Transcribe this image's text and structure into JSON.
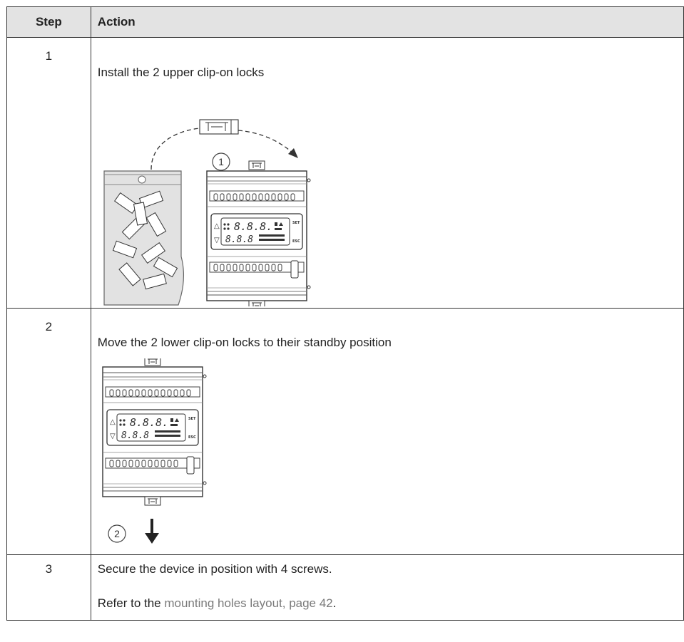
{
  "table": {
    "header_step": "Step",
    "header_action": "Action"
  },
  "steps": [
    {
      "number": "1",
      "instruction": "Install the 2 upper clip-on locks",
      "callout": "1"
    },
    {
      "number": "2",
      "instruction": "Move the 2 lower clip-on locks to their standby position",
      "callout": "2"
    },
    {
      "number": "3",
      "instruction": "Secure the device in position with 4 screws.",
      "refer_prefix": "Refer to the ",
      "refer_link": "mounting holes layout, page 42",
      "refer_suffix": "."
    }
  ],
  "colors": {
    "header_bg": "#e3e3e3",
    "link": "#7a7a7a",
    "border": "#333333"
  }
}
